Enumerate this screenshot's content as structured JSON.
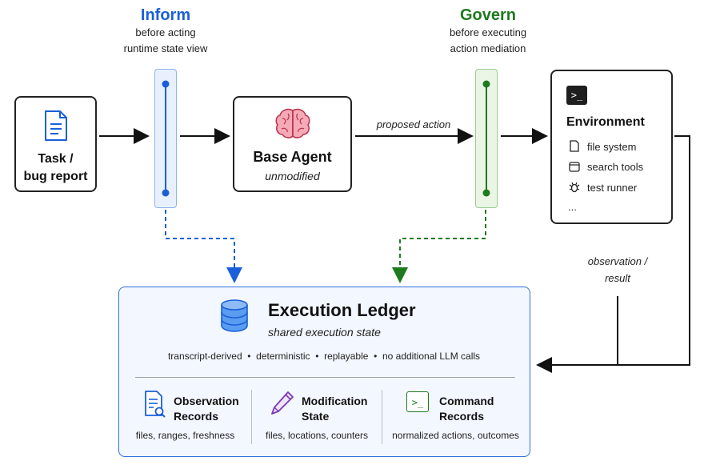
{
  "inform": {
    "title": "Inform",
    "line1": "before acting",
    "line2": "runtime state view"
  },
  "govern": {
    "title": "Govern",
    "line1": "before executing",
    "line2": "action mediation"
  },
  "task": {
    "line1": "Task /",
    "line2": "bug report"
  },
  "agent": {
    "title": "Base Agent",
    "subtitle": "unmodified"
  },
  "proposed_action": "proposed action",
  "environment": {
    "title": "Environment",
    "items": [
      "file system",
      "search tools",
      "test runner",
      "..."
    ]
  },
  "observation": {
    "line1": "observation /",
    "line2": "result"
  },
  "ledger": {
    "title": "Execution Ledger",
    "subtitle": "shared execution state",
    "properties": "transcript-derived  •  deterministic  •  replayable  •  no additional LLM calls",
    "sections": [
      {
        "title1": "Observation",
        "title2": "Records",
        "sub": "files, ranges, freshness"
      },
      {
        "title1": "Modification",
        "title2": "State",
        "sub": "files, locations, counters"
      },
      {
        "title1": "Command",
        "title2": "Records",
        "sub": "normalized actions, outcomes"
      }
    ]
  },
  "colors": {
    "blue": "#1a5fd8",
    "green": "#1d7a1d",
    "ledger_border": "#2f6fe0",
    "ledger_bg": "#f3f7ff"
  }
}
